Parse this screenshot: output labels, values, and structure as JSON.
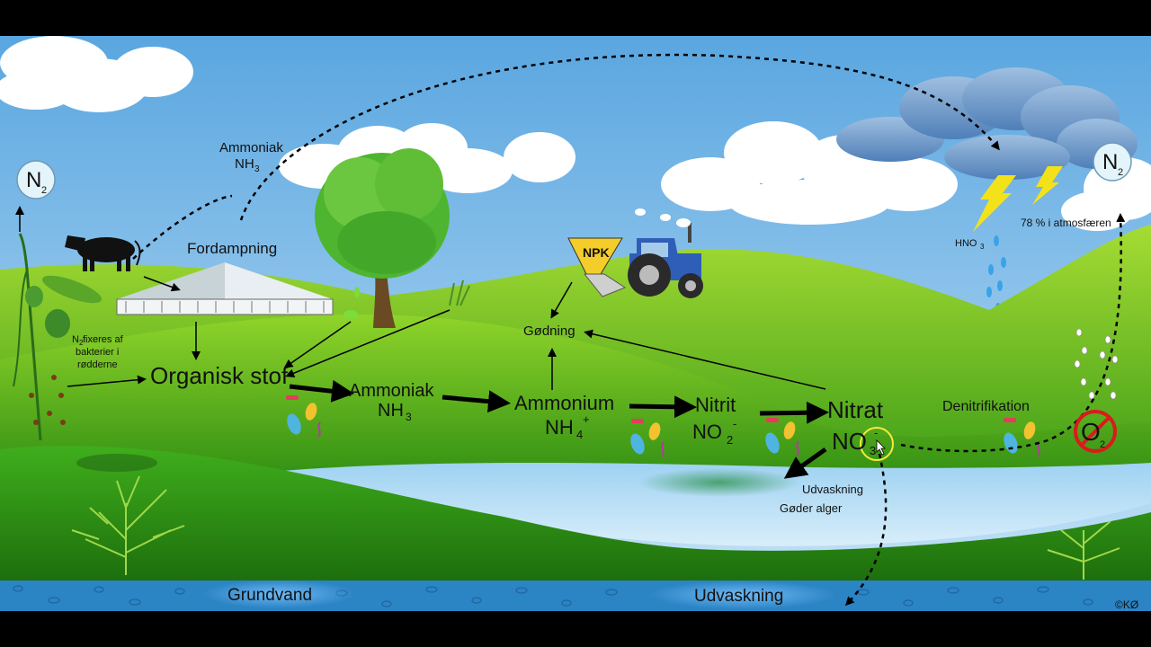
{
  "diagram": {
    "atmosphere": {
      "n2_symbol": "N",
      "n2_subscript": "2",
      "share_text": "78 % i atmosfæren"
    },
    "plant_n2": {
      "symbol": "N",
      "subscript": "2",
      "fixation_line1": "N",
      "fixation_sub": "2",
      "fixation_rest": " fixeres af",
      "fixation_line2": "bakterier i",
      "fixation_line3": "rødderne"
    },
    "evaporation": {
      "label": "Fordampning",
      "ammonia": "Ammoniak",
      "nh3": "NH",
      "nh3_sub": "3"
    },
    "organic": "Organisk stof",
    "ammonia": {
      "name": "Ammoniak",
      "formula": "NH",
      "sub": "3"
    },
    "ammonium": {
      "name": "Ammonium",
      "formula": "NH",
      "sub": "4",
      "sup": "+"
    },
    "nitrite": {
      "name": "Nitrit",
      "formula": "NO",
      "sub": "2",
      "sup": "-"
    },
    "nitrate": {
      "name": "Nitrat",
      "formula": "NO",
      "sub": "3",
      "sup": "-"
    },
    "fertilizer": {
      "label": "Gødning",
      "bag": "NPK"
    },
    "rain": {
      "formula": "HNO",
      "sub": "3"
    },
    "denitrification": "Denitrifikation",
    "oxygen": {
      "symbol": "O",
      "sub": "2"
    },
    "leaching_lake": {
      "line1": "Udvaskning",
      "line2": "Gøder alger"
    },
    "groundwater": "Grundvand",
    "leaching_ground": "Udvaskning",
    "copyright": "©KØ"
  },
  "colors": {
    "sky": "#8ec4ec",
    "hill": "#4caf1a",
    "lake": "#b4dcf4",
    "soil": "#2a7fc0",
    "arrow": "#000000"
  }
}
